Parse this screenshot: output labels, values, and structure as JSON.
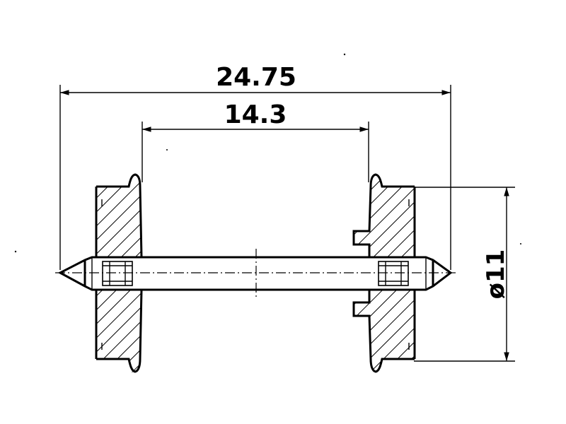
{
  "drawing": {
    "dimensions": {
      "overall_width": "24.75",
      "inner_width": "14.3",
      "wheel_diameter": "ø11"
    }
  }
}
